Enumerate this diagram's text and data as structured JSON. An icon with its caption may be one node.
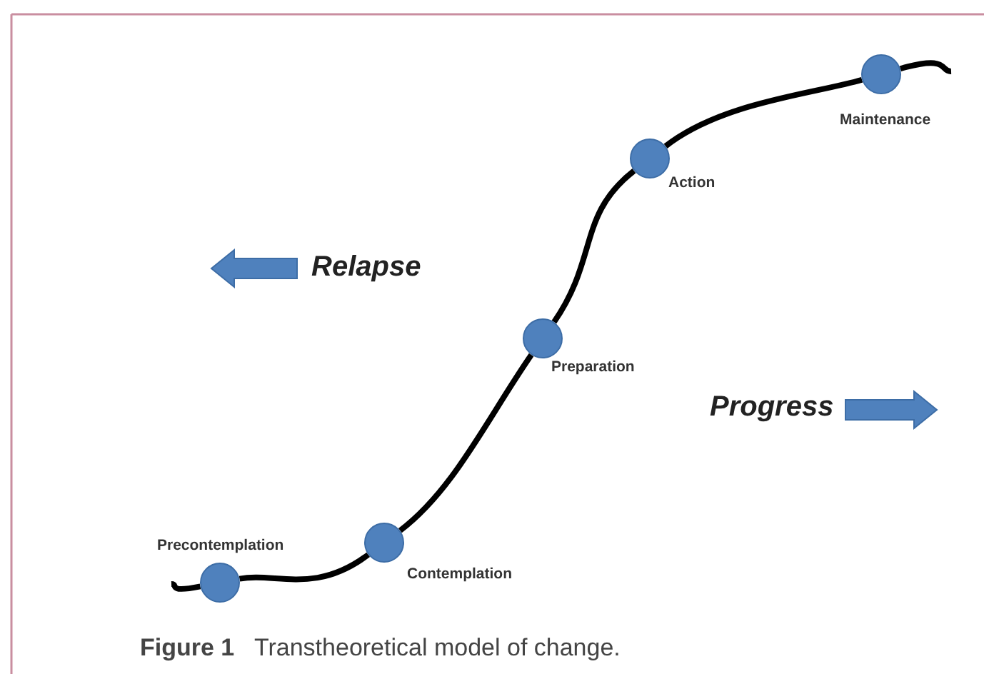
{
  "diagram": {
    "caption": "**Figure 1**   Transtheoretical model of change.",
    "nodes": [
      {
        "text": [],
        "shape": "circle",
        "beside": [
          "Precontemplation"
        ]
      },
      {
        "text": [],
        "shape": "circle",
        "beside": [
          "Contemplation"
        ]
      },
      {
        "text": [],
        "shape": "circle",
        "beside": [
          "Preparation"
        ]
      },
      {
        "text": [],
        "shape": "circle",
        "beside": [
          "Action"
        ]
      },
      {
        "text": [],
        "shape": "circle",
        "beside": [
          "Maintenance"
        ]
      }
    ],
    "edges": [
      {
        "from": null,
        "to": 0,
        "arrow": "none"
      },
      {
        "from": 0,
        "to": 1,
        "arrow": "none"
      },
      {
        "from": 1,
        "to": 2,
        "arrow": "none"
      },
      {
        "from": 2,
        "to": 3,
        "arrow": "none"
      },
      {
        "from": 3,
        "to": 4,
        "arrow": "none"
      },
      {
        "from": 4,
        "to": null,
        "arrow": "none"
      }
    ],
    "labels": [
      "Relapse",
      "Progress"
    ]
  }
}
